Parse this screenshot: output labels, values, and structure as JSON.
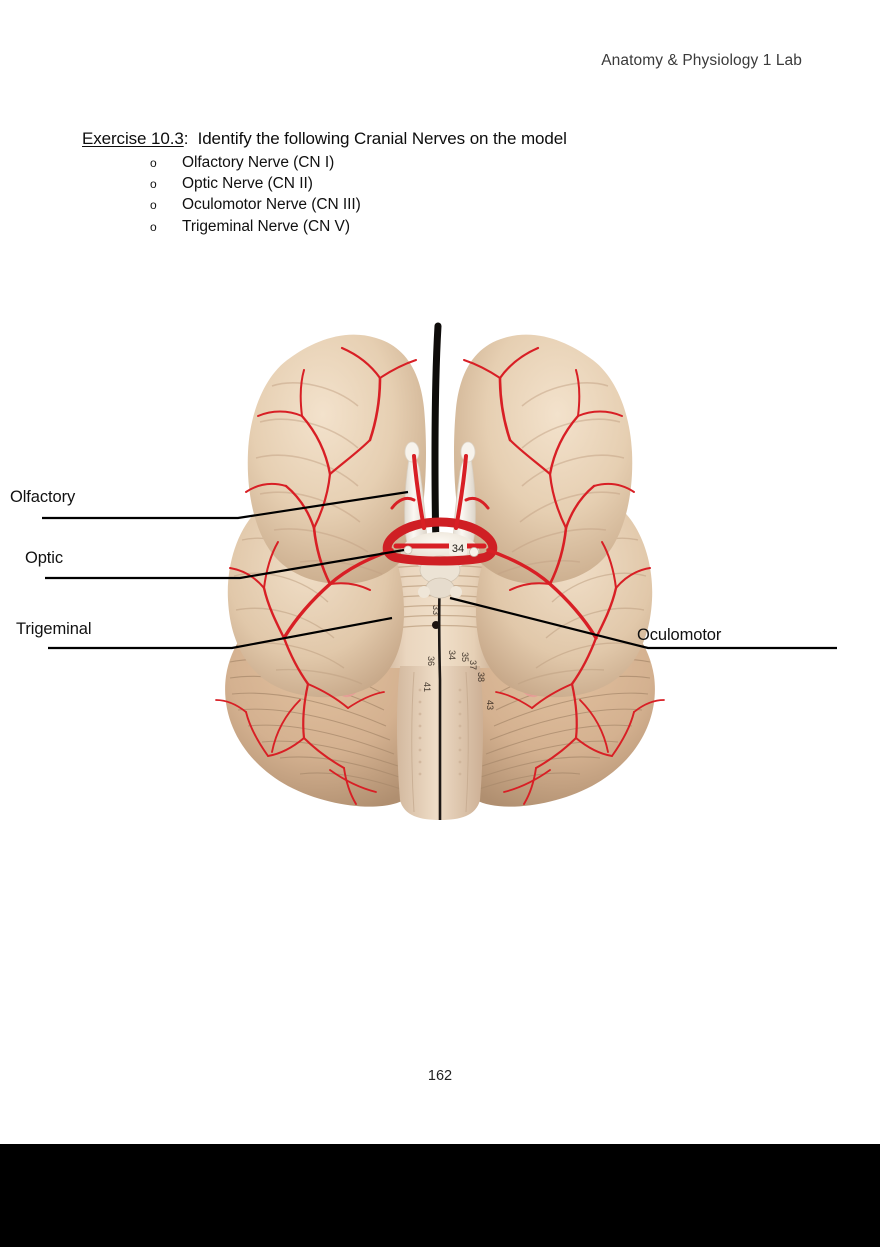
{
  "document": {
    "running_head": "Anatomy & Physiology 1 Lab",
    "page_number": "162"
  },
  "exercise": {
    "label": "Exercise 10.3",
    "separator": ":",
    "instruction": "Identify the following Cranial Nerves on the model",
    "bullet_glyph": "o",
    "items": [
      {
        "text": "Olfactory Nerve (CN I)"
      },
      {
        "text": "Optic Nerve (CN II)"
      },
      {
        "text": "Oculomotor Nerve (CN III)"
      },
      {
        "text": "Trigeminal Nerve (CN V)"
      }
    ]
  },
  "figure": {
    "description": "Inferior view of a human brain model with cerebral arteries",
    "callouts": [
      {
        "id": "olfactory",
        "label": "Olfactory"
      },
      {
        "id": "optic",
        "label": "Optic"
      },
      {
        "id": "trigeminal",
        "label": "Trigeminal"
      },
      {
        "id": "oculomotor",
        "label": "Oculomotor"
      }
    ],
    "colors": {
      "cortex": "#e8d3b8",
      "cortex_shadow": "#cdb091",
      "cerebellum": "#d9b594",
      "artery": "#d81f25",
      "nerve_white": "#f6f2ec",
      "fissure": "#101010",
      "leader_line": "#000000"
    }
  }
}
